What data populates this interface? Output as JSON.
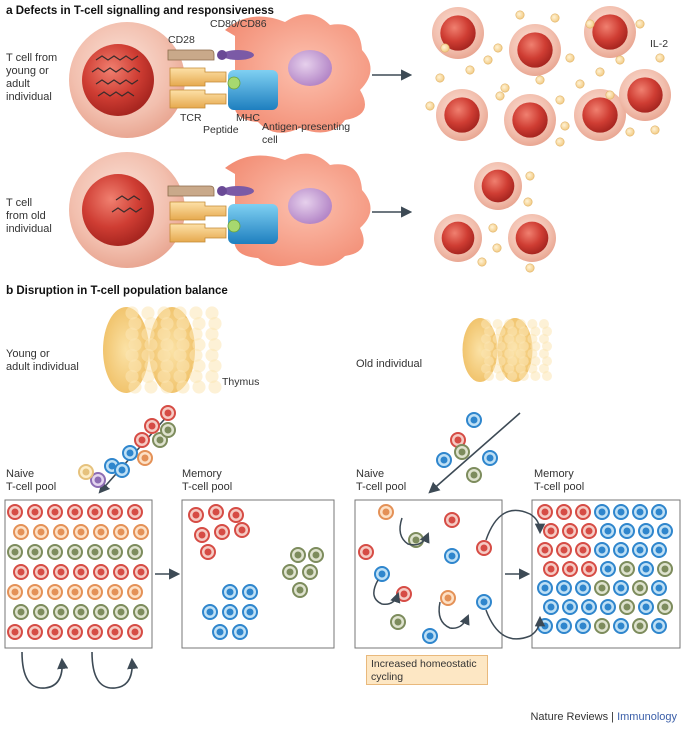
{
  "panel_a": {
    "letter": "a",
    "title": "Defects in T-cell signalling and responsiveness",
    "row1_label": [
      "T cell from",
      "young or",
      "adult",
      "individual"
    ],
    "row2_label": [
      "T cell",
      "from old",
      "individual"
    ],
    "labels": {
      "cd28": "CD28",
      "cd80": "CD80/CD86",
      "tcr": "TCR",
      "mhc": "MHC",
      "peptide": "Peptide",
      "apc": [
        "Antigen-presenting",
        "cell"
      ],
      "il2": "IL-2"
    }
  },
  "panel_b": {
    "letter": "b",
    "title": "Disruption in T-cell population balance",
    "young_label": [
      "Young or",
      "adult individual"
    ],
    "old_label": "Old individual",
    "thymus": "Thymus",
    "naive_pool": [
      "Naive",
      "T-cell pool"
    ],
    "memory_pool": [
      "Memory",
      "T-cell pool"
    ],
    "cycling": [
      "Increased homeostatic",
      "cycling"
    ]
  },
  "footer": {
    "publisher": "Nature Reviews",
    "separator": " | ",
    "journal": "Immunology"
  },
  "colors": {
    "tcell_outer": "#f3c4b4",
    "tcell_core": "#c9362e",
    "apc": "#f49a82",
    "apc_nucleus": "#c8a3d4",
    "tcr": "#f2c77c",
    "mhc": "#36a3d8",
    "cd80": "#7b5aa6",
    "il2": "#fbe0a8",
    "thymus": "#f6cf7c",
    "naive_red": "#d9534f",
    "naive_blue": "#3a8fd3",
    "naive_green": "#8a9a6a",
    "naive_purple": "#9a7ab8",
    "naive_orange": "#e8a06b",
    "arrow": "#3d4a55"
  }
}
